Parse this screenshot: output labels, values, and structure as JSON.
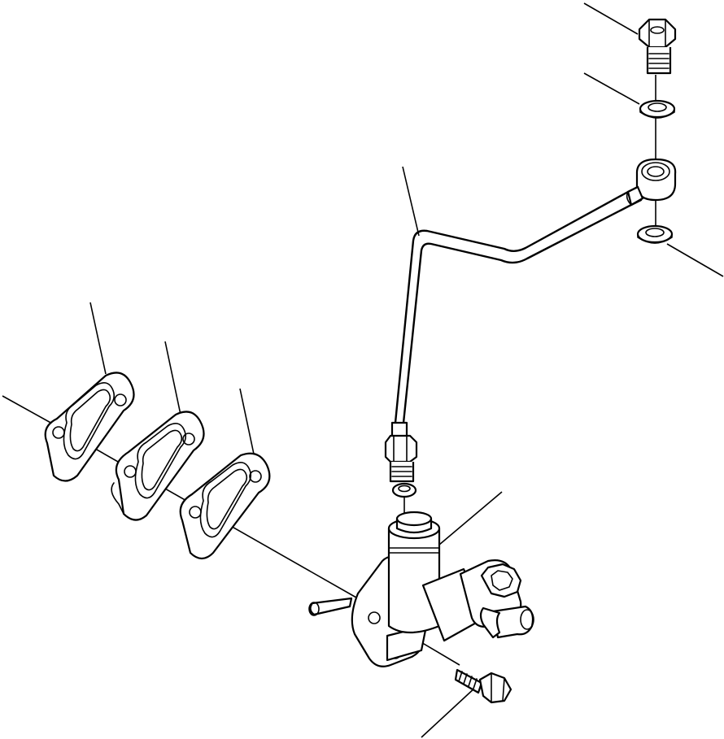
{
  "figure": {
    "type": "exploded-parts-view",
    "background": "#ffffff",
    "line_color": "#000000",
    "text_labels": []
  },
  "parts": [
    {
      "key": "banjo-bolt",
      "icon": "hex-head-bolt"
    },
    {
      "key": "upper-washer",
      "icon": "sealing-washer"
    },
    {
      "key": "banjo-fitting",
      "icon": "banjo-eye"
    },
    {
      "key": "lower-washer",
      "icon": "sealing-washer"
    },
    {
      "key": "fuel-pipe",
      "icon": "bent-tube"
    },
    {
      "key": "pipe-nut",
      "icon": "flare-nut"
    },
    {
      "key": "ferrule",
      "icon": "ring"
    },
    {
      "key": "gasket-1",
      "icon": "flange-gasket"
    },
    {
      "key": "gasket-2",
      "icon": "flange-gasket"
    },
    {
      "key": "gasket-3",
      "icon": "flange-gasket"
    },
    {
      "key": "feed-pump",
      "icon": "pump-body"
    },
    {
      "key": "mounting-bolt",
      "icon": "hex-head-bolt"
    }
  ]
}
